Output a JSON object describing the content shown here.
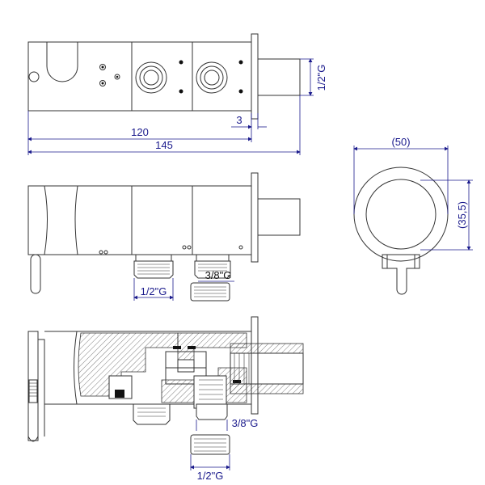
{
  "dimensions": {
    "inner_length": "120",
    "overall_length": "145",
    "flange_gap": "3",
    "outlet_thread": "1/2\"G",
    "diameter": "(50)",
    "offset": "(35,5)",
    "side_thread_small": "3/8\"G",
    "side_thread_large": "1/2\"G",
    "section_thread_small": "3/8\"G",
    "section_thread_large": "1/2\"G"
  },
  "colors": {
    "line": "#333333",
    "dimension": "#1a1a8c"
  }
}
